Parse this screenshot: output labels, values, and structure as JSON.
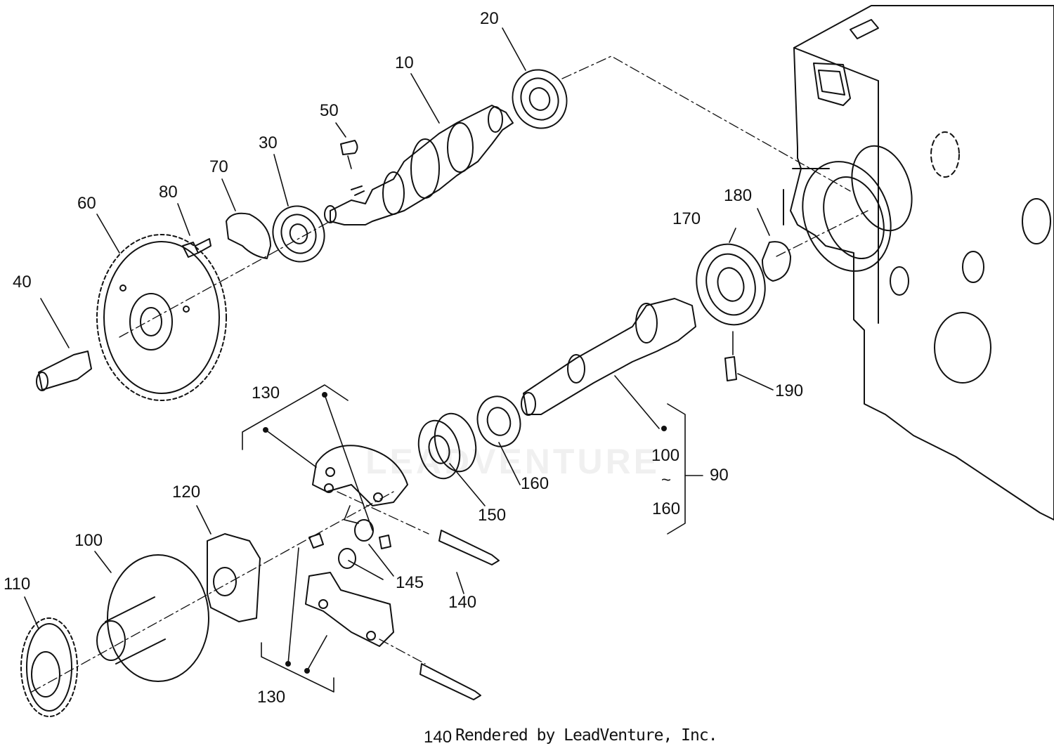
{
  "parts": [
    {
      "id": "10",
      "label": "10"
    },
    {
      "id": "20",
      "label": "20"
    },
    {
      "id": "30",
      "label": "30"
    },
    {
      "id": "40",
      "label": "40"
    },
    {
      "id": "50",
      "label": "50"
    },
    {
      "id": "60",
      "label": "60"
    },
    {
      "id": "70",
      "label": "70"
    },
    {
      "id": "80",
      "label": "80"
    },
    {
      "id": "90",
      "label": "90"
    },
    {
      "id": "100",
      "label": "100"
    },
    {
      "id": "110",
      "label": "110"
    },
    {
      "id": "120",
      "label": "120"
    },
    {
      "id": "130",
      "label": "130"
    },
    {
      "id": "140",
      "label": "140"
    },
    {
      "id": "145",
      "label": "145"
    },
    {
      "id": "150",
      "label": "150"
    },
    {
      "id": "160",
      "label": "160"
    },
    {
      "id": "170",
      "label": "170"
    },
    {
      "id": "180",
      "label": "180"
    },
    {
      "id": "190",
      "label": "190"
    }
  ],
  "range_group": {
    "from": "100",
    "tilde": "~",
    "to": "160"
  },
  "credit": "Rendered by LeadVenture, Inc.",
  "watermark": "LEADVENTURE"
}
